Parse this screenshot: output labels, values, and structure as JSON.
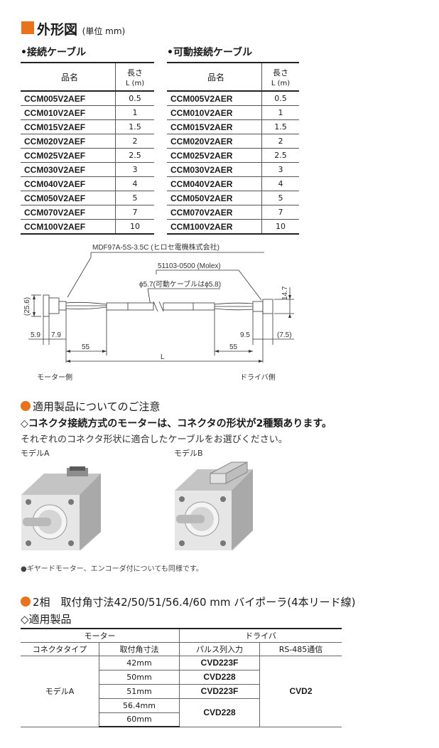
{
  "section_title": "外形図",
  "section_unit": "(単位 mm)",
  "cable_tables": [
    {
      "title": "•接続ケーブル",
      "col_name": "品名",
      "col_len_1": "長さ",
      "col_len_2": "L (m)",
      "rows": [
        {
          "name": "CCM005V2AEF",
          "len": "0.5"
        },
        {
          "name": "CCM010V2AEF",
          "len": "1"
        },
        {
          "name": "CCM015V2AEF",
          "len": "1.5"
        },
        {
          "name": "CCM020V2AEF",
          "len": "2"
        },
        {
          "name": "CCM025V2AEF",
          "len": "2.5"
        },
        {
          "name": "CCM030V2AEF",
          "len": "3"
        },
        {
          "name": "CCM040V2AEF",
          "len": "4"
        },
        {
          "name": "CCM050V2AEF",
          "len": "5"
        },
        {
          "name": "CCM070V2AEF",
          "len": "7"
        },
        {
          "name": "CCM100V2AEF",
          "len": "10"
        }
      ]
    },
    {
      "title": "•可動接続ケーブル",
      "col_name": "品名",
      "col_len_1": "長さ",
      "col_len_2": "L (m)",
      "rows": [
        {
          "name": "CCM005V2AER",
          "len": "0.5"
        },
        {
          "name": "CCM010V2AER",
          "len": "1"
        },
        {
          "name": "CCM015V2AER",
          "len": "1.5"
        },
        {
          "name": "CCM020V2AER",
          "len": "2"
        },
        {
          "name": "CCM025V2AER",
          "len": "2.5"
        },
        {
          "name": "CCM030V2AER",
          "len": "3"
        },
        {
          "name": "CCM040V2AER",
          "len": "4"
        },
        {
          "name": "CCM050V2AER",
          "len": "5"
        },
        {
          "name": "CCM070V2AER",
          "len": "7"
        },
        {
          "name": "CCM100V2AER",
          "len": "10"
        }
      ]
    }
  ],
  "drawing": {
    "connector_motor": "MDF97A-5S-3.5C (ヒロセ電機株式会社)",
    "connector_driver": "51103-0500 (Molex)",
    "cable_dia": "ϕ5.7(可動ケーブルはϕ5.8)",
    "dim_25_6": "(25.6)",
    "dim_14_7": "14.7",
    "dim_5_9": "5.9",
    "dim_7_9": "7.9",
    "dim_9_5": "9.5",
    "dim_7_5": "(7.5)",
    "dim_55_left": "55",
    "dim_55_right": "55",
    "dim_L": "L",
    "label_motor_side": "モーター側",
    "label_driver_side": "ドライバ側"
  },
  "notes": {
    "heading": "適用製品についてのご注意",
    "line1": "◇コネクタ接続方式のモーターは、コネクタの形状が2種類あります。",
    "line2": "それぞれのコネクタ形状に適合したケーブルをお選びください。",
    "model_a": "モデルA",
    "model_b": "モデルB",
    "footnote": "●ギヤードモーター、エンコーダ付についても同様です。"
  },
  "product_section": {
    "heading": "2相　取付角寸法42/50/51/56.4/60 mm バイポーラ(4本リード線)",
    "subheading": "◇適用製品",
    "hdr_motor": "モーター",
    "hdr_driver": "ドライバ",
    "hdr_conn_type": "コネクタタイプ",
    "hdr_mount": "取付角寸法",
    "hdr_pulse": "パルス列入力",
    "hdr_rs485": "RS-485通信",
    "conn_type": "モデルA",
    "rs485": "CVD2",
    "rows": [
      {
        "mount": "42mm",
        "pulse": "CVD223F"
      },
      {
        "mount": "50mm",
        "pulse": "CVD228"
      },
      {
        "mount": "51mm",
        "pulse": "CVD223F"
      },
      {
        "mount": "56.4mm",
        "pulse": "CVD228"
      },
      {
        "mount": "60mm",
        "pulse": ""
      }
    ]
  },
  "colors": {
    "accent": "#e8731a"
  }
}
